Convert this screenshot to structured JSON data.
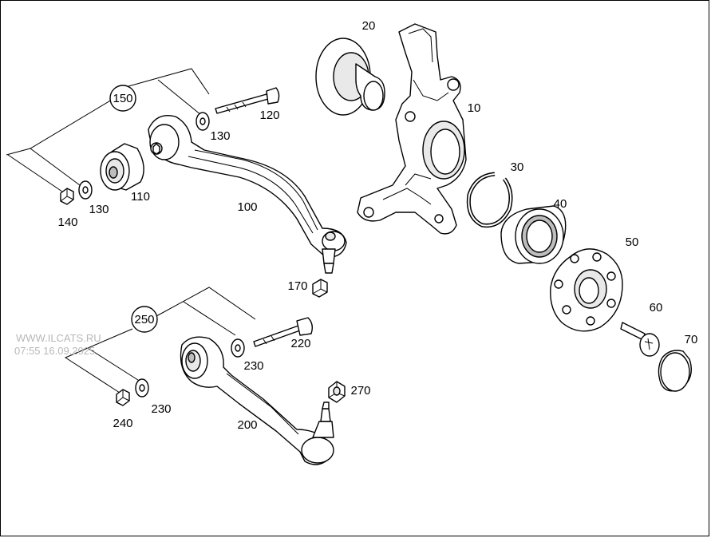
{
  "watermark": {
    "site": "WWW.ILCATS.RU",
    "timestamp": "07:55 16.09.2025"
  },
  "parts": {
    "p10": "10",
    "p20": "20",
    "p30": "30",
    "p40": "40",
    "p50": "50",
    "p60": "60",
    "p70": "70",
    "p100": "100",
    "p110": "110",
    "p120": "120",
    "p130a": "130",
    "p130b": "130",
    "p140": "140",
    "p150": "150",
    "p170": "170",
    "p200": "200",
    "p220": "220",
    "p230a": "230",
    "p230b": "230",
    "p240": "240",
    "p250": "250",
    "p270": "270"
  }
}
